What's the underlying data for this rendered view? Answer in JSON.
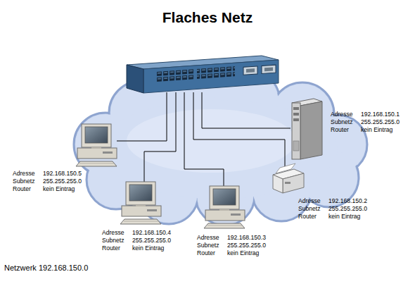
{
  "diagram": {
    "title": "Flaches Netz",
    "caption": "Netzwerk 192.168.150.0",
    "nodes": [
      {
        "text": [
          "Adresse",
          "192.168.150.1",
          "Subnetz",
          "255.255.255.0",
          "Router",
          "kein Eintrag"
        ]
      },
      {
        "text": [
          "Adresse",
          "192.168.150.5",
          "Subnetz",
          "255.255.255.0",
          "Router",
          "kein Eintrag"
        ]
      },
      {
        "text": [
          "Adresse",
          "192.168.150.2",
          "Subnetz",
          "255.255.255.0",
          "Router",
          "kein Eintrag"
        ]
      },
      {
        "text": [
          "Adresse",
          "192.168.150.4",
          "Subnetz",
          "255.255.255.0",
          "Router",
          "kein Eintrag"
        ]
      },
      {
        "text": [
          "Adresse",
          "192.168.150.3",
          "Subnetz",
          "255.255.255.0",
          "Router",
          "kein Eintrag"
        ]
      }
    ]
  }
}
